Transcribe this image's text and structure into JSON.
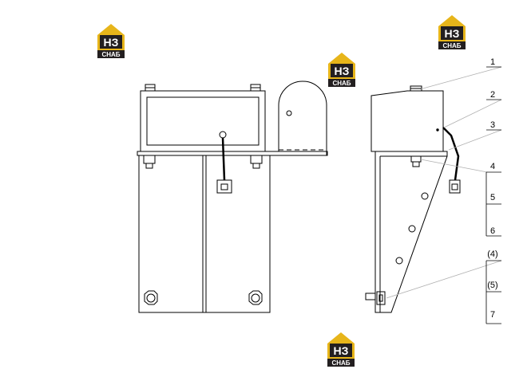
{
  "logo": {
    "mark": "НЗ",
    "brand": "СНАБ",
    "color_gold": "#e7b51a",
    "color_dark": "#231f20"
  },
  "callouts": [
    "1",
    "2",
    "3",
    "4",
    "5",
    "6",
    "(4)",
    "(5)",
    "7"
  ],
  "icons": [
    "hex-bolt-icon",
    "connector-plug-icon",
    "wire-harness-icon",
    "logo-icon"
  ]
}
